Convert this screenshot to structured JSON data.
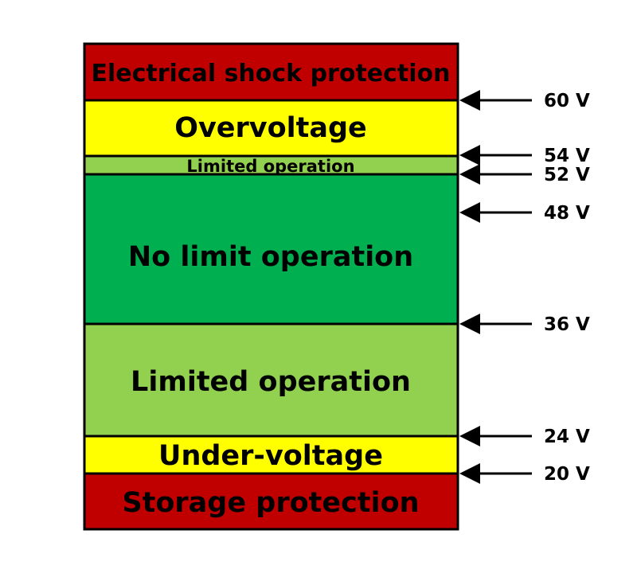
{
  "bands": [
    {
      "id": "electrical-shock-protection",
      "label": "Electrical shock protection",
      "color": "#c00000"
    },
    {
      "id": "overvoltage",
      "label": "Overvoltage",
      "color": "#ffff00"
    },
    {
      "id": "limited-operation-upper",
      "label": "Limited operation",
      "color": "#92d050"
    },
    {
      "id": "no-limit-operation",
      "label": "No limit operation",
      "color": "#00b050"
    },
    {
      "id": "limited-operation-lower",
      "label": "Limited operation",
      "color": "#92d050"
    },
    {
      "id": "under-voltage",
      "label": "Under-voltage",
      "color": "#ffff00"
    },
    {
      "id": "storage-protection",
      "label": "Storage protection",
      "color": "#c00000"
    }
  ],
  "levels": [
    {
      "id": "60v",
      "label": "60 V"
    },
    {
      "id": "54v",
      "label": "54 V"
    },
    {
      "id": "52v",
      "label": "52 V"
    },
    {
      "id": "48v",
      "label": "48 V"
    },
    {
      "id": "36v",
      "label": "36 V"
    },
    {
      "id": "24v",
      "label": "24 V"
    },
    {
      "id": "20v",
      "label": "20 V"
    }
  ]
}
